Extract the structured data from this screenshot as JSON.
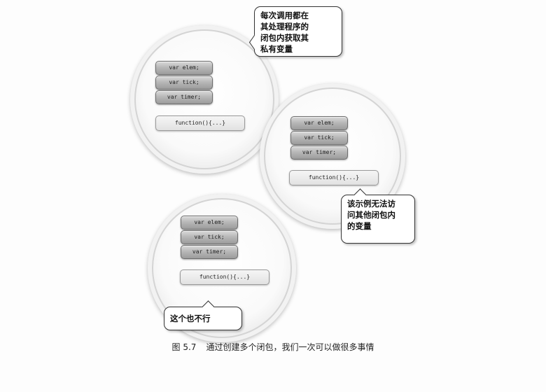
{
  "closures": [
    {
      "variables": [
        "var elem;",
        "var tick;",
        "var timer;"
      ],
      "function_label": "function(){...}"
    },
    {
      "variables": [
        "var elem;",
        "var tick;",
        "var timer;"
      ],
      "function_label": "function(){...}"
    },
    {
      "variables": [
        "var elem;",
        "var tick;",
        "var timer;"
      ],
      "function_label": "function(){...}"
    }
  ],
  "callouts": [
    {
      "lines": [
        "每次调用都在",
        "其处理程序的",
        "闭包内获取其",
        "私有变量"
      ]
    },
    {
      "lines": [
        "该示例无法访",
        "问其他闭包内",
        "的变量"
      ]
    },
    {
      "lines": [
        "这个也不行"
      ]
    }
  ],
  "caption": {
    "figure_number": "图 5.7",
    "text": "通过创建多个闭包，我们一次可以做很多事情"
  }
}
